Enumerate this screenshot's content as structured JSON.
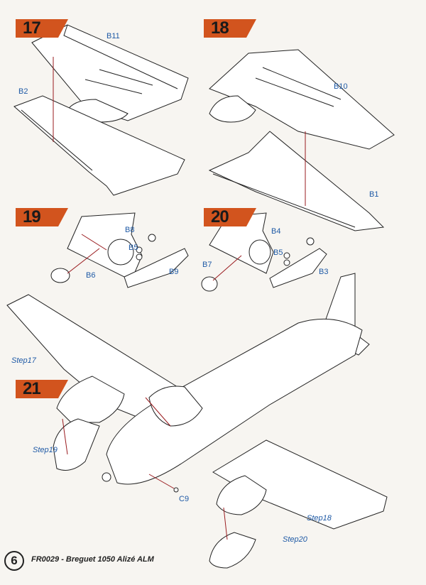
{
  "steps": [
    {
      "number": "17",
      "labels": [
        "B11",
        "B2"
      ]
    },
    {
      "number": "18",
      "labels": [
        "B10",
        "B1"
      ]
    },
    {
      "number": "19",
      "labels": [
        "B8",
        "B5",
        "B6",
        "B9"
      ]
    },
    {
      "number": "20",
      "labels": [
        "B4",
        "B5",
        "B7",
        "B3"
      ]
    },
    {
      "number": "21",
      "labels": [
        "C9"
      ]
    }
  ],
  "step_refs": {
    "step17": "Step17",
    "step19": "Step19",
    "step18": "Step18",
    "step20": "Step20"
  },
  "footer": {
    "page_number": "6",
    "title": "FR0029 - Breguet 1050 Alizé ALM"
  },
  "colors": {
    "badge": "#d2541e",
    "label": "#1f5aa6",
    "guide_line": "#9a1b1f"
  }
}
